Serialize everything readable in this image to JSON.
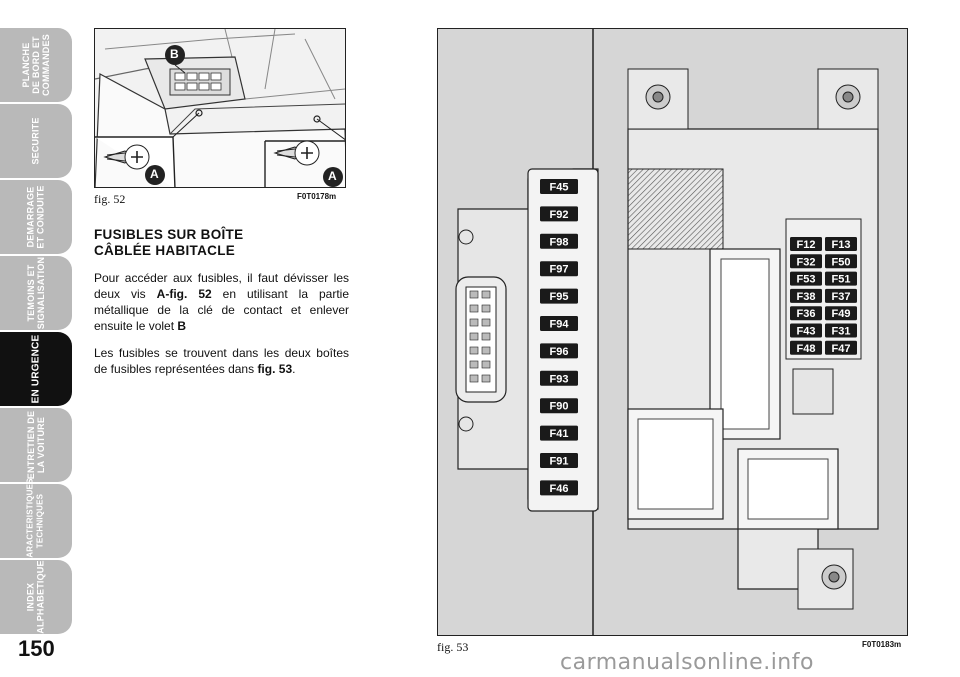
{
  "sidebar": {
    "tabs": [
      {
        "lines": [
          "PLANCHE",
          "DE BORD ET",
          "COMMANDES"
        ],
        "active": false
      },
      {
        "lines": [
          "SECURITE"
        ],
        "active": false
      },
      {
        "lines": [
          "DEMARRAGE",
          "ET CONDUITE"
        ],
        "active": false
      },
      {
        "lines": [
          "TEMOINS ET",
          "SIGNALISATION"
        ],
        "active": false
      },
      {
        "lines": [
          "EN URGENCE"
        ],
        "active": true
      },
      {
        "lines": [
          "ENTRETIEN DE",
          "LA VOITURE"
        ],
        "active": false
      },
      {
        "lines": [
          "CARACTERISTIQUES",
          "TECHNIQUES"
        ],
        "active": false
      },
      {
        "lines": [
          "INDEX",
          "ALPHABETIQUE"
        ],
        "active": false
      }
    ]
  },
  "page_number": "150",
  "fig52": {
    "caption": "fig. 52",
    "code": "F0T0178m",
    "callout_b": "B",
    "callout_a": "A"
  },
  "section": {
    "title_line1": "FUSIBLES SUR BOÎTE",
    "title_line2": "CÂBLÉE HABITACLE",
    "p1_a": "Pour accéder aux fusibles, il faut dévisser les deux vis ",
    "p1_ref": "A-fig. 52",
    "p1_b": " en utilisant la partie métallique de la clé de contact et enlever ensuite le volet ",
    "p1_ref2": "B",
    "p2_a": "Les fusibles se trouvent dans les deux boîtes de fusibles représentées dans ",
    "p2_ref": "fig. 53",
    "p2_b": "."
  },
  "fig53": {
    "caption": "fig. 53",
    "code": "F0T0183m",
    "left_fuses": [
      "F45",
      "F92",
      "F98",
      "F97",
      "F95",
      "F94",
      "F96",
      "F93",
      "F90",
      "F41",
      "F91",
      "F46"
    ],
    "right_fuses": [
      [
        "F12",
        "F13"
      ],
      [
        "F32",
        "F50"
      ],
      [
        "F53",
        "F51"
      ],
      [
        "F38",
        "F37"
      ],
      [
        "F36",
        "F49"
      ],
      [
        "F43",
        "F31"
      ],
      [
        "F48",
        "F47"
      ]
    ]
  },
  "watermark": "carmanualsonline.info",
  "colors": {
    "tab_inactive": "#b9b9b9",
    "tab_active": "#111111",
    "fuse_fill": "#1a1a1a"
  }
}
